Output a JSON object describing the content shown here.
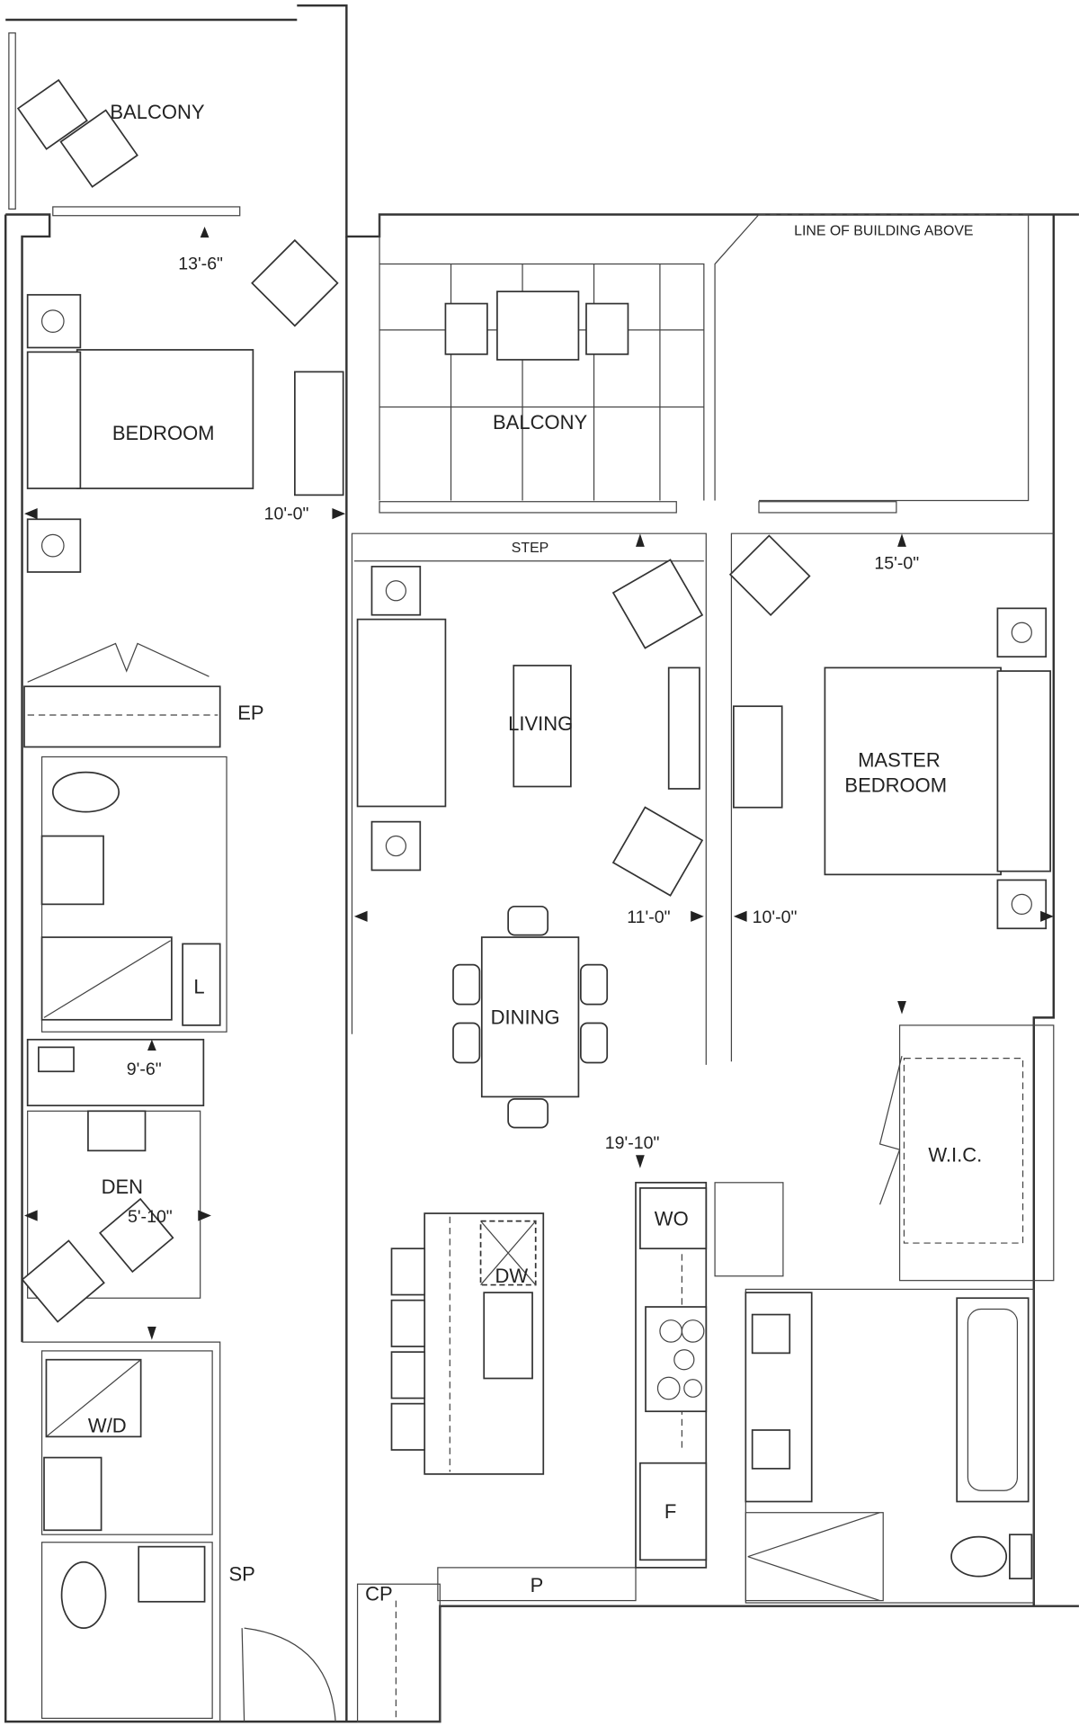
{
  "rooms": {
    "balcony_1": "BALCONY",
    "bedroom": "BEDROOM",
    "balcony_2": "BALCONY",
    "line_of_building": "LINE OF BUILDING ABOVE",
    "step": "STEP",
    "living": "LIVING",
    "master_bedroom_1": "MASTER",
    "master_bedroom_2": "BEDROOM",
    "dining": "DINING",
    "den": "DEN",
    "wic": "W.I.C.",
    "ep": "EP",
    "l": "L",
    "wo": "WO",
    "dw": "DW",
    "f": "F",
    "wd": "W/D",
    "sp": "SP",
    "cp": "CP",
    "p": "P"
  },
  "dimensions": {
    "bedroom_width": "13'-6\"",
    "bedroom_depth": "10'-0\"",
    "master_width": "15'-0\"",
    "living_width": "11'-0\"",
    "master_depth": "10'-0\"",
    "den_width": "9'-6\"",
    "den_depth": "5'-10\"",
    "dining_kitchen": "19'-10\""
  }
}
